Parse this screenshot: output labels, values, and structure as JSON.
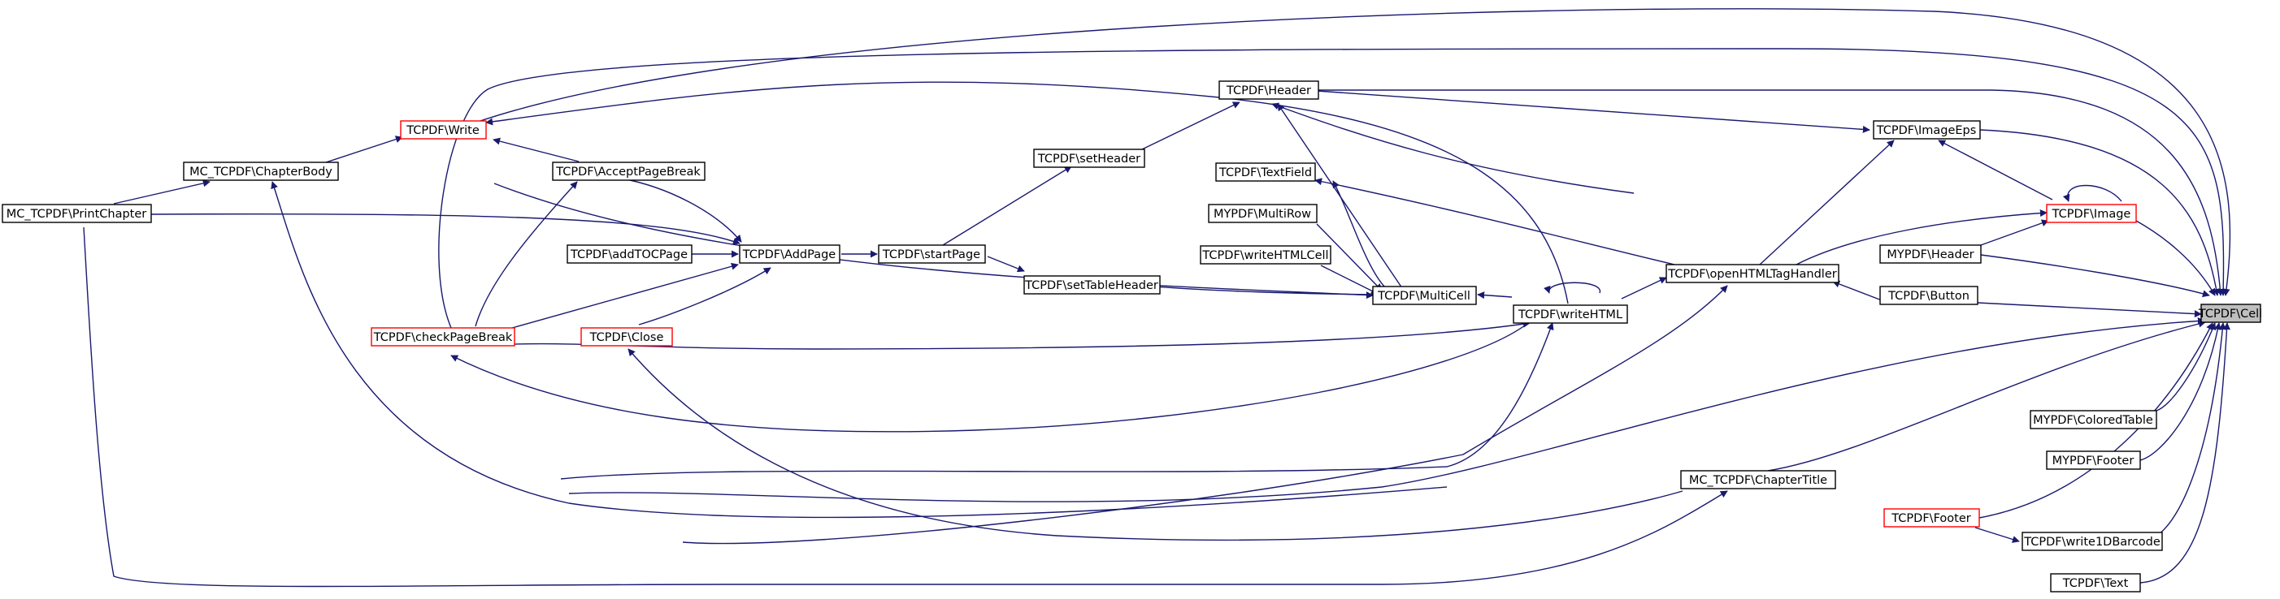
{
  "graph": {
    "edge_color": "#191970",
    "node_border": "#000000",
    "highlight_border": "#ff0000",
    "focus_fill": "#bfbfbf"
  },
  "nodes": {
    "cell": "TCPDF\\Cell",
    "write": "TCPDF\\Write",
    "header": "TCPDF\\Header",
    "image_eps": "TCPDF\\ImageEps",
    "image": "TCPDF\\Image",
    "mypdf_header": "MYPDF\\Header",
    "button": "TCPDF\\Button",
    "open_html_tag_handler": "TCPDF\\openHTMLTagHandler",
    "set_header": "TCPDF\\setHeader",
    "text_field": "TCPDF\\TextField",
    "mypdf_multirow": "MYPDF\\MultiRow",
    "write_html_cell": "TCPDF\\writeHTMLCell",
    "multicell": "TCPDF\\MultiCell",
    "write_html": "TCPDF\\writeHTML",
    "set_table_header": "TCPDF\\setTableHeader",
    "start_page": "TCPDF\\startPage",
    "add_page": "TCPDF\\AddPage",
    "add_toc_page": "TCPDF\\addTOCPage",
    "accept_page_break": "TCPDF\\AcceptPageBreak",
    "chapter_body": "MC_TCPDF\\ChapterBody",
    "print_chapter": "MC_TCPDF\\PrintChapter",
    "check_page_break": "TCPDF\\checkPageBreak",
    "close": "TCPDF\\Close",
    "chapter_title": "MC_TCPDF\\ChapterTitle",
    "colored_table": "MYPDF\\ColoredTable",
    "mypdf_footer": "MYPDF\\Footer",
    "tcpdf_footer": "TCPDF\\Footer",
    "write_1d_barcode": "TCPDF\\write1DBarcode",
    "text": "TCPDF\\Text"
  }
}
